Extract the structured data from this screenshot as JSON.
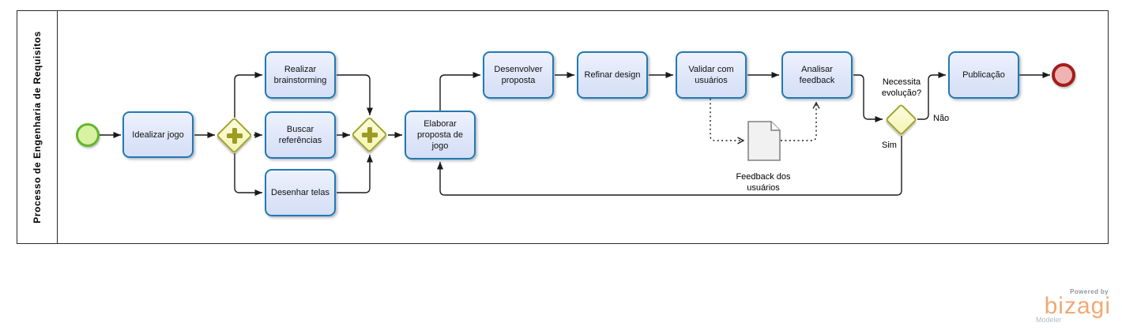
{
  "diagram": {
    "lane_title": "Processo de Engenharia de Requisitos",
    "tasks": {
      "idealizar": "Idealizar jogo",
      "brainstorming": "Realizar brainstorming",
      "referencias": "Buscar referências",
      "telas": "Desenhar telas",
      "elaborar": "Elaborar proposta de jogo",
      "desenvolver": "Desenvolver proposta",
      "refinar": "Refinar design",
      "validar": "Validar com usuários",
      "analisar": "Analisar feedback",
      "publicacao": "Publicação"
    },
    "gateways": {
      "question": "Necessita evolução?",
      "no_label": "Não",
      "yes_label": "Sim"
    },
    "data_object": {
      "label": "Feedback dos usuários"
    },
    "colors": {
      "task_border": "#2279b2",
      "task_fill": "#e3eaf9",
      "gateway_border": "#a2a52b",
      "gateway_fill": "#f6f6bb",
      "start_border": "#62b72e",
      "start_fill": "#d9f1a3",
      "end_border": "#a31c1c",
      "end_fill": "#efb3b3",
      "flow_line": "#1a1a1a"
    }
  },
  "branding": {
    "powered_by": "Powered by",
    "name": "bizagi",
    "product": "Modeler",
    "brand_color": "#f2a873"
  }
}
